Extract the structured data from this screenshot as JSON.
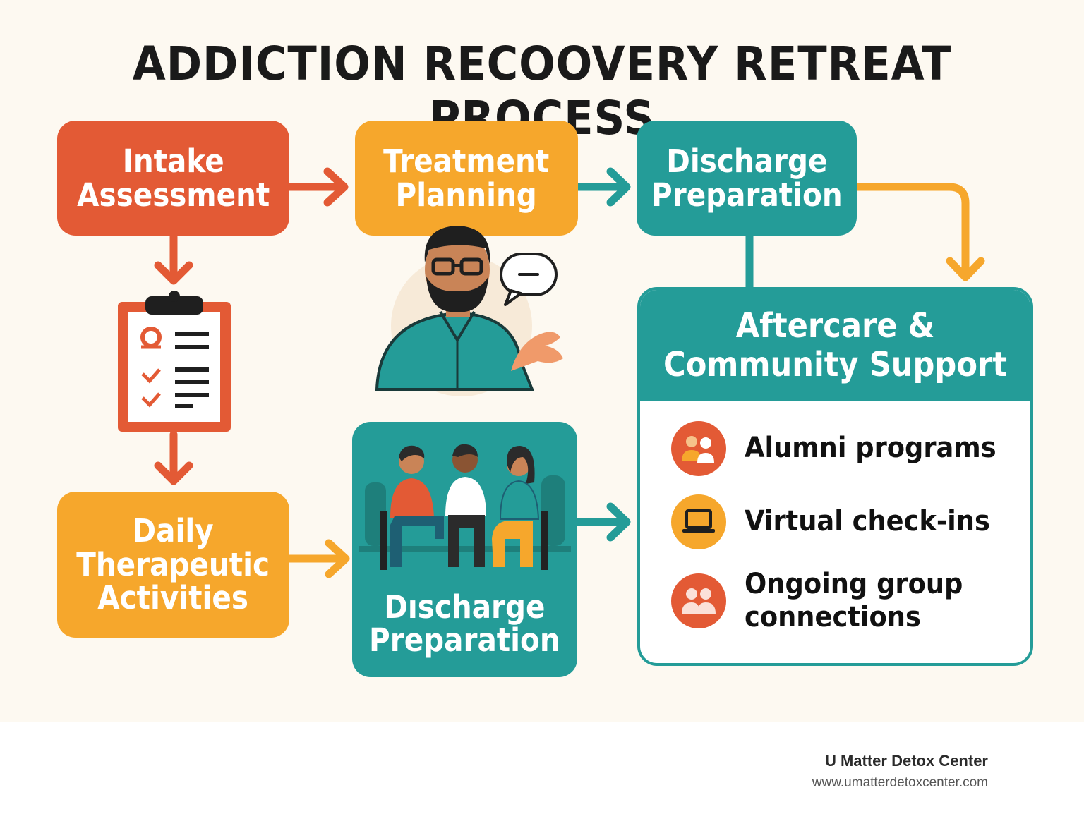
{
  "title": "ADDICTION RECOOVERY RETREAT PROCESS",
  "steps": {
    "intake": {
      "line1": "Intake",
      "line2": "Assessment"
    },
    "treatment": {
      "line1": "Treatment",
      "line2": "Planning"
    },
    "discharge_top": {
      "line1": "Discharge",
      "line2": "Preparation"
    },
    "daily": {
      "line1": "Daily",
      "line2": "Therapeutic",
      "line3": "Activities"
    },
    "discharge_bottom": {
      "line1": "Dıscharge",
      "line2": "Preparation"
    }
  },
  "aftercare": {
    "title_line1": "Aftercare &",
    "title_line2": "Community Support",
    "items": [
      {
        "label_line1": "Alumni programs",
        "label_line2": "",
        "icon": "people-icon",
        "color": "#e35a35"
      },
      {
        "label_line1": "Virtual check-ins",
        "label_line2": "",
        "icon": "laptop-icon",
        "color": "#f6a72c"
      },
      {
        "label_line1": "Ongoing group",
        "label_line2": "connections",
        "icon": "group-icon",
        "color": "#e35a35"
      }
    ]
  },
  "colors": {
    "red": "#e35a35",
    "orange": "#f6a72c",
    "teal": "#249c98",
    "background": "#fdf9f1"
  },
  "footer": {
    "name": "U Matter Detox Center",
    "url": "www.umatterdetoxcenter.com"
  }
}
